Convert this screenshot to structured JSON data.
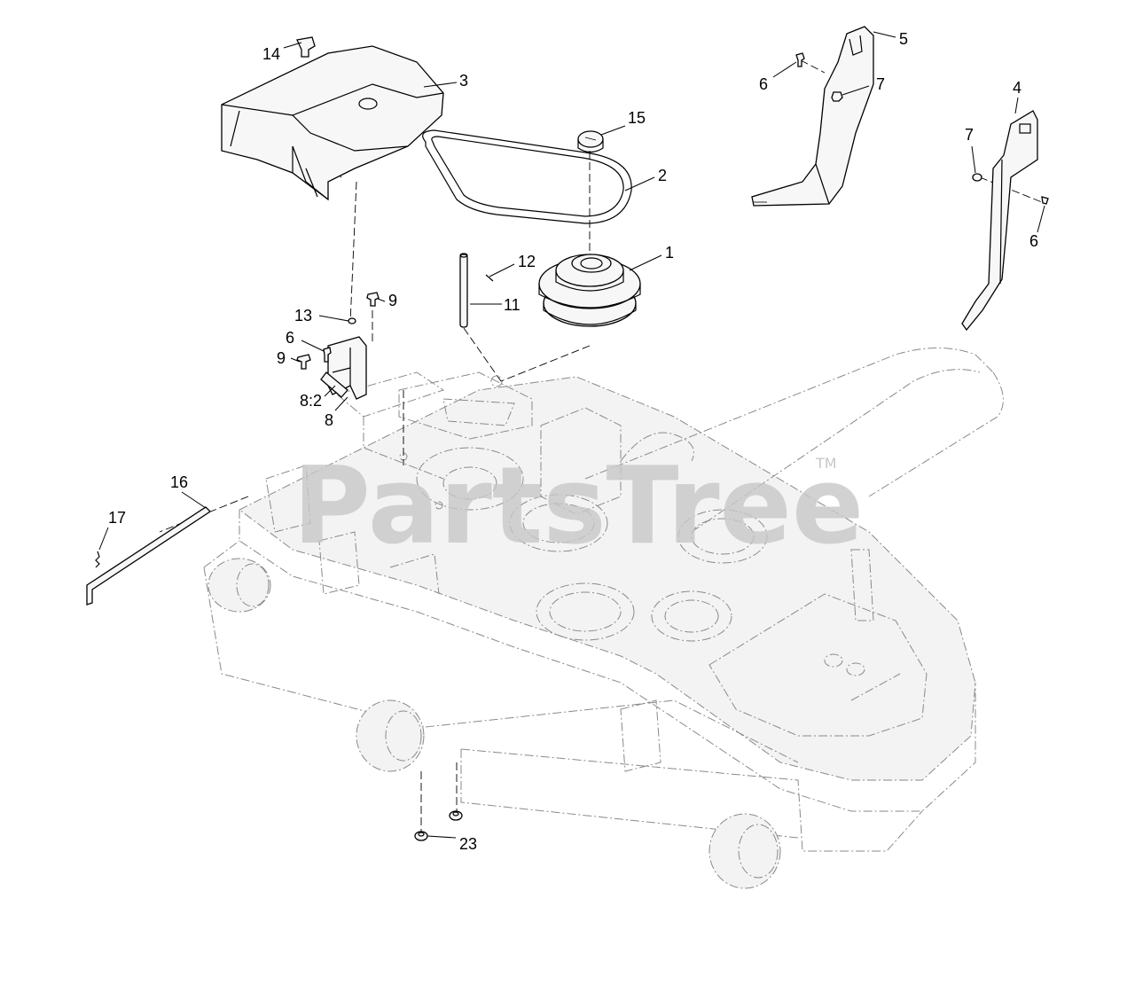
{
  "diagram": {
    "watermark": "PartsTree",
    "watermark_tm": "TM",
    "callouts": [
      {
        "id": "c1",
        "label": "1"
      },
      {
        "id": "c2",
        "label": "2"
      },
      {
        "id": "c3",
        "label": "3"
      },
      {
        "id": "c4",
        "label": "4"
      },
      {
        "id": "c5",
        "label": "5"
      },
      {
        "id": "c6a",
        "label": "6"
      },
      {
        "id": "c6b",
        "label": "6"
      },
      {
        "id": "c6c",
        "label": "6"
      },
      {
        "id": "c7a",
        "label": "7"
      },
      {
        "id": "c7b",
        "label": "7"
      },
      {
        "id": "c8",
        "label": "8"
      },
      {
        "id": "c8-2",
        "label": "8:2"
      },
      {
        "id": "c9a",
        "label": "9"
      },
      {
        "id": "c9b",
        "label": "9"
      },
      {
        "id": "c11",
        "label": "11"
      },
      {
        "id": "c12",
        "label": "12"
      },
      {
        "id": "c13",
        "label": "13"
      },
      {
        "id": "c14",
        "label": "14"
      },
      {
        "id": "c15",
        "label": "15"
      },
      {
        "id": "c16",
        "label": "16"
      },
      {
        "id": "c17",
        "label": "17"
      },
      {
        "id": "c23",
        "label": "23"
      }
    ]
  }
}
